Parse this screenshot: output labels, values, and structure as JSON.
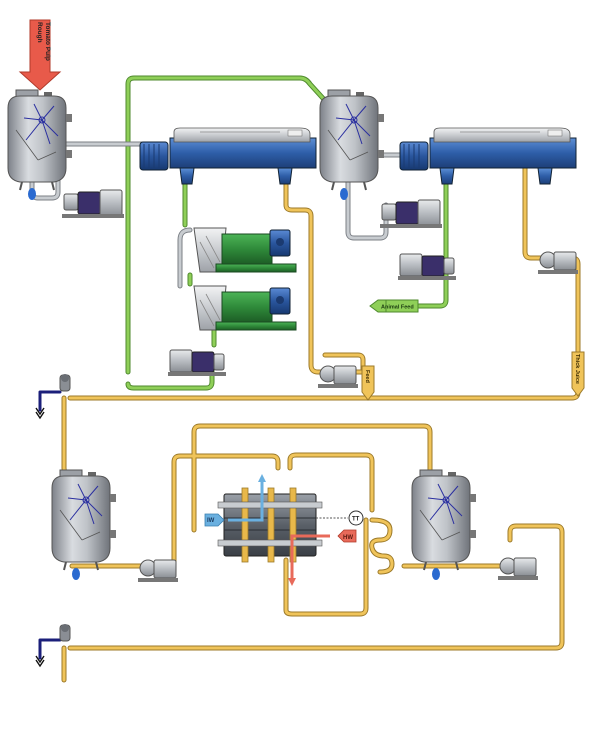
{
  "labels": {
    "inlet_line1": "Rough",
    "inlet_line2": "Tomato Pulp",
    "animal_feed": "Animal Feed",
    "feed": "Feed",
    "thick_juice": "Thick Juice",
    "iw": "IW",
    "hw": "HW",
    "tt": "TT"
  },
  "colors": {
    "yellow_pipe": "#e8b84a",
    "green_pipe": "#7cbf4a",
    "grey_pipe": "#b8bcc0",
    "blue_pipe": "#1b1f7a",
    "decanter_blue": "#2e5ea8",
    "refiner_green": "#2f8a3a",
    "inlet_arrow": "#e85a4a",
    "iw_arrow": "#6ab0e0",
    "hw_arrow": "#e86a5a"
  }
}
